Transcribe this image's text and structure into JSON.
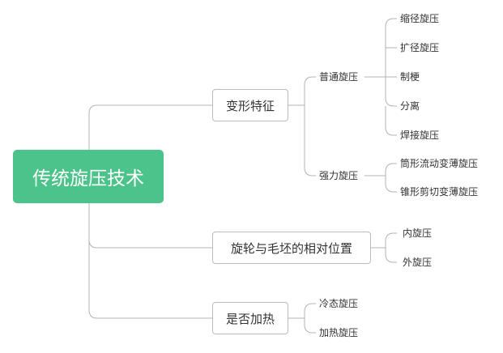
{
  "root": {
    "label": "传统旋压技术"
  },
  "branches": [
    {
      "label": "变形特征",
      "children": [
        {
          "label": "普通旋压",
          "children": [
            "缩径旋压",
            "扩径旋压",
            "制梗",
            "分离",
            "焊接旋压"
          ]
        },
        {
          "label": "强力旋压",
          "children": [
            "筒形流动变薄旋压",
            "锥形剪切变薄旋压"
          ]
        }
      ]
    },
    {
      "label": "旋轮与毛坯的相对位置",
      "children": [
        "内旋压",
        "外旋压"
      ]
    },
    {
      "label": "是否加热",
      "children": [
        "冷态旋压",
        "加热旋压"
      ]
    }
  ],
  "colors": {
    "root_fill": "#4cc38a",
    "connector": "#b3b3b3",
    "box_border": "#bcbcbc",
    "text": "#333333"
  }
}
